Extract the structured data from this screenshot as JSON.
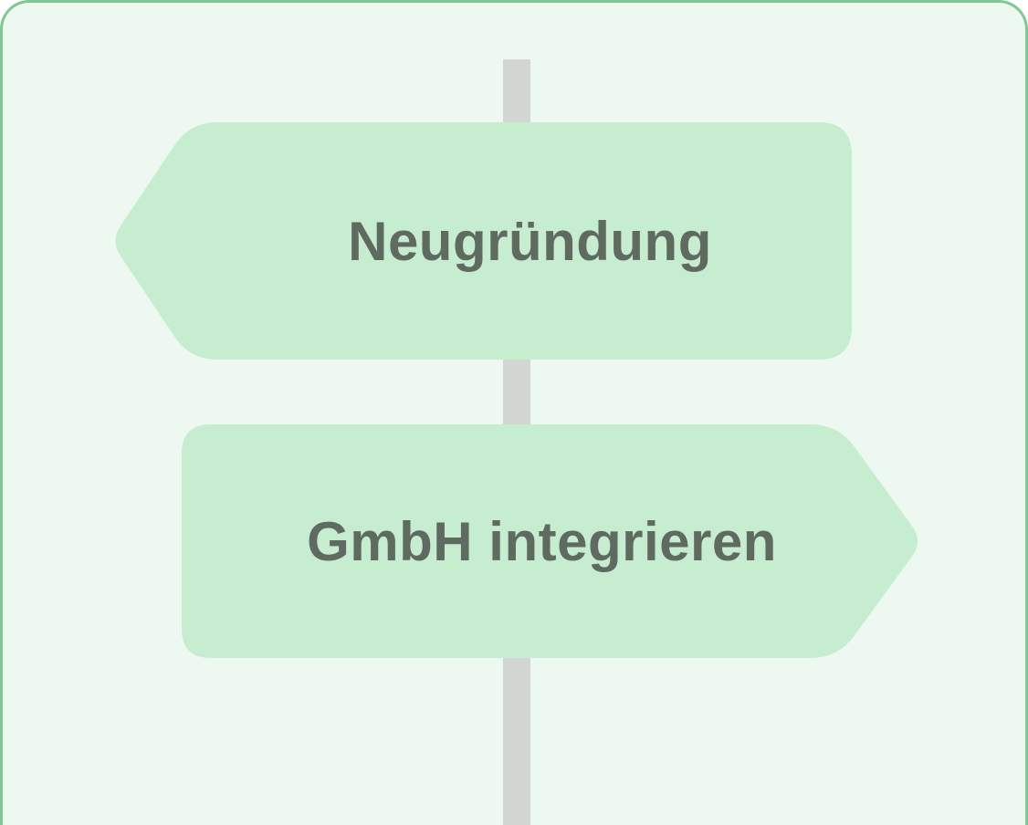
{
  "illustration": {
    "type": "signpost",
    "signs": [
      {
        "label": "Neugründung",
        "direction": "left"
      },
      {
        "label": "GmbH integrieren",
        "direction": "right"
      }
    ]
  },
  "colors": {
    "card_background": "#edf8f0",
    "card_border": "#7fc892",
    "sign_fill": "#c7edd1",
    "pole": "#d2d6d2",
    "label_text": "#5f6a61"
  }
}
